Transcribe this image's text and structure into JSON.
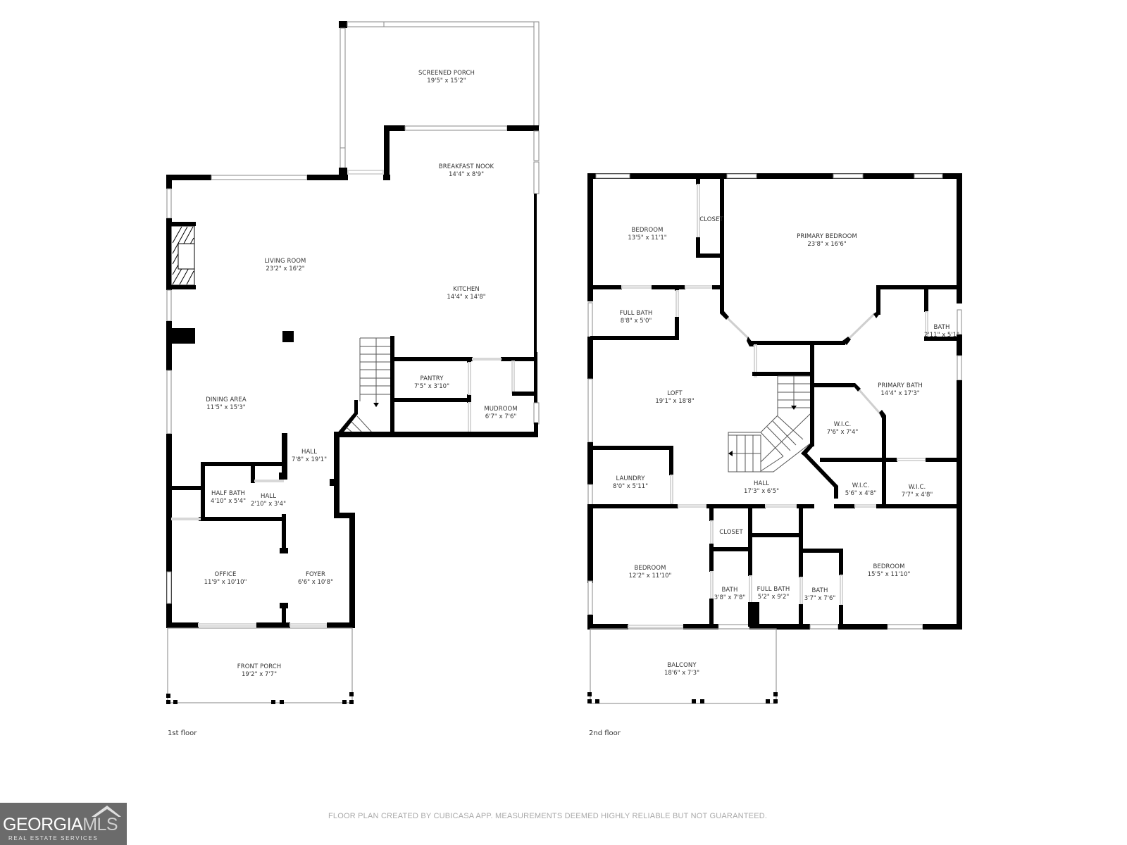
{
  "floors": [
    {
      "label": "1st floor",
      "rooms": [
        {
          "name": "SCREENED PORCH",
          "dim": "19'5\" x 15'2\""
        },
        {
          "name": "BREAKFAST NOOK",
          "dim": "14'4\" x 8'9\""
        },
        {
          "name": "LIVING ROOM",
          "dim": "23'2\" x 16'2\""
        },
        {
          "name": "KITCHEN",
          "dim": "14'4\" x 14'8\""
        },
        {
          "name": "PANTRY",
          "dim": "7'5\" x 3'10\""
        },
        {
          "name": "DINING AREA",
          "dim": "11'5\" x 15'3\""
        },
        {
          "name": "MUDROOM",
          "dim": "6'7\" x 7'6\""
        },
        {
          "name": "HALL",
          "dim": "7'8\" x 19'1\""
        },
        {
          "name": "HALF BATH",
          "dim": "4'10\" x 5'4\""
        },
        {
          "name": "HALL",
          "dim": "2'10\" x 3'4\""
        },
        {
          "name": "OFFICE",
          "dim": "11'9\" x 10'10\""
        },
        {
          "name": "FOYER",
          "dim": "6'6\" x 10'8\""
        },
        {
          "name": "FRONT PORCH",
          "dim": "19'2\" x 7'7\""
        }
      ]
    },
    {
      "label": "2nd floor",
      "rooms": [
        {
          "name": "BEDROOM",
          "dim": "13'5\" x 11'1\""
        },
        {
          "name": "CLOSET",
          "dim": ""
        },
        {
          "name": "PRIMARY BEDROOM",
          "dim": "23'8\" x 16'6\""
        },
        {
          "name": "FULL BATH",
          "dim": "8'8\" x 5'0\""
        },
        {
          "name": "BATH",
          "dim": "2'11\" x 5'1\""
        },
        {
          "name": "LOFT",
          "dim": "19'1\" x 18'8\""
        },
        {
          "name": "PRIMARY BATH",
          "dim": "14'4\" x 17'3\""
        },
        {
          "name": "W.I.C.",
          "dim": "7'6\" x 7'4\""
        },
        {
          "name": "LAUNDRY",
          "dim": "8'0\" x 5'11\""
        },
        {
          "name": "HALL",
          "dim": "17'3\" x 6'5\""
        },
        {
          "name": "W.I.C.",
          "dim": "5'6\" x 4'8\""
        },
        {
          "name": "W.I.C.",
          "dim": "7'7\" x 4'8\""
        },
        {
          "name": "CLOSET",
          "dim": ""
        },
        {
          "name": "BEDROOM",
          "dim": "12'2\" x 11'10\""
        },
        {
          "name": "BATH",
          "dim": "3'8\" x 7'8\""
        },
        {
          "name": "FULL BATH",
          "dim": "5'2\" x 9'2\""
        },
        {
          "name": "BATH",
          "dim": "3'7\" x 7'6\""
        },
        {
          "name": "BEDROOM",
          "dim": "15'5\" x 11'10\""
        },
        {
          "name": "BALCONY",
          "dim": "18'6\" x 7'3\""
        }
      ]
    }
  ],
  "footer": {
    "disclaimer": "FLOOR PLAN CREATED BY CUBICASA APP. MEASUREMENTS DEEMED HIGHLY RELIABLE BUT NOT GUARANTEED.",
    "logo_brand_main": "GEORGIA",
    "logo_brand_accent": "MLS",
    "logo_subtitle": "REAL ESTATE SERVICES"
  },
  "colors": {
    "wall": "#000000",
    "text": "#333333",
    "disclaimer": "#a9a9a9",
    "logo_bg": "#6b6b6b"
  }
}
